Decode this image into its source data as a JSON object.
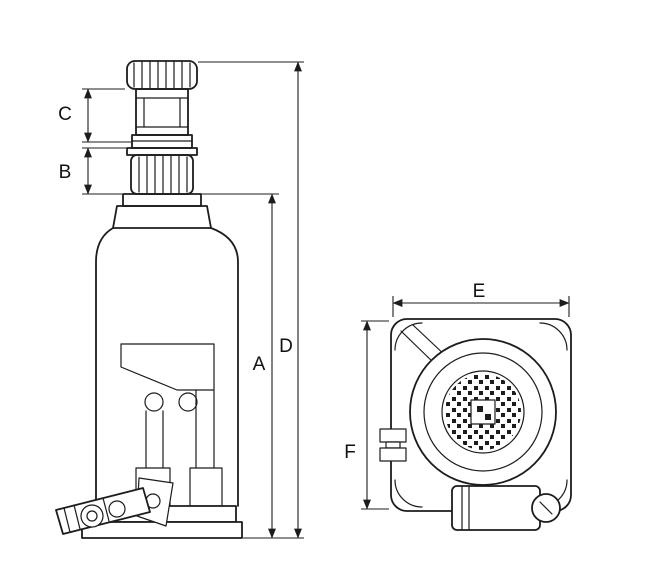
{
  "diagram": {
    "subject": "hydraulic bottle jack technical drawing",
    "views": {
      "side": "side elevation view",
      "top": "top plan view"
    },
    "dimension_labels": {
      "A": "A",
      "B": "B",
      "C": "C",
      "D": "D",
      "E": "E",
      "F": "F"
    },
    "colors": {
      "line": "#1c1c1c",
      "background": "#ffffff"
    }
  }
}
